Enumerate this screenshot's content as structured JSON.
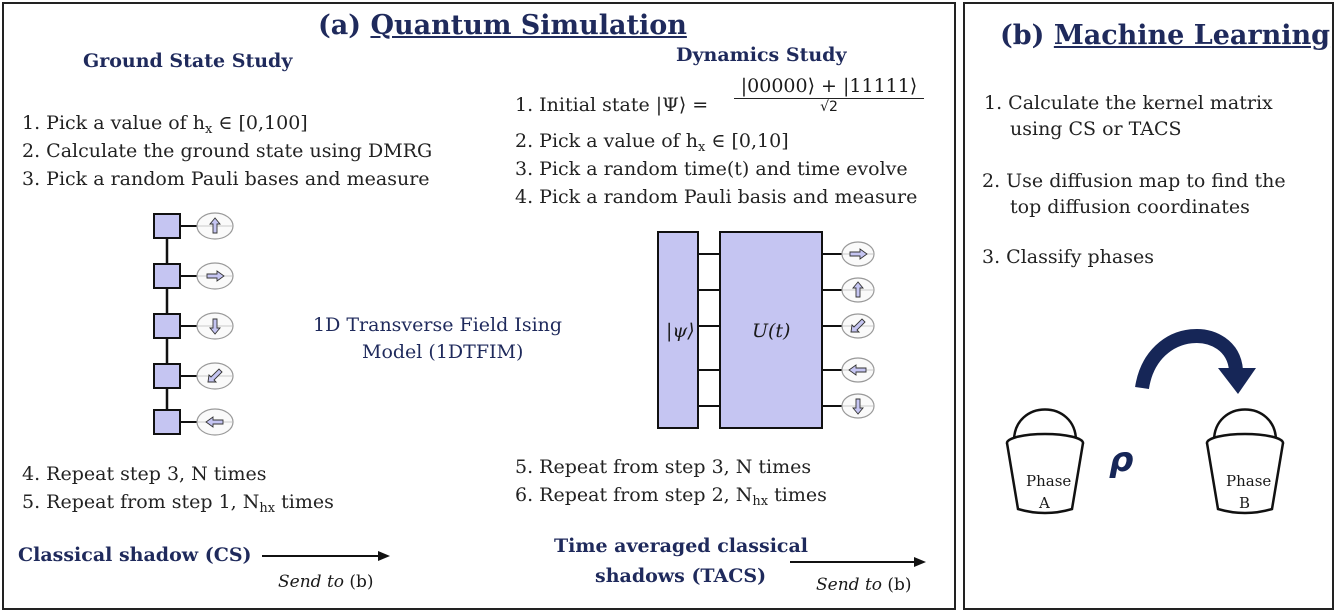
{
  "panel_a": {
    "title_prefix": "(a) ",
    "title_main": "Quantum Simulation",
    "ground": {
      "heading": "Ground State Study",
      "step1": "1. Pick a value of h",
      "step1_sub": "x",
      "step1_tail": " ∈ [0,100]",
      "step2": "2. Calculate the ground state using DMRG",
      "step3": "3. Pick a random Pauli bases and measure",
      "step4": "4. Repeat step 3, N times",
      "step5": "5. Repeat from step 1, N",
      "step5_sub": "hx",
      "step5_tail": " times",
      "shadow_label": "Classical shadow (CS)",
      "send_italic": "Send to",
      "send_target": " (b)"
    },
    "model_line1": "1D Transverse Field Ising",
    "model_line2": "Model (1DTFIM)",
    "dynamics": {
      "heading": "Dynamics Study",
      "step1": "1. Initial state |Ψ⟩ =",
      "step1_num": "|00000⟩ + |11111⟩",
      "step1_den": "√2",
      "step2": "2. Pick a value of h",
      "step2_sub": "x",
      "step2_tail": " ∈ [0,10]",
      "step3": "3. Pick a random time(t) and time evolve",
      "step4": "4. Pick a random Pauli basis and measure",
      "step5": "5. Repeat from step 3, N times",
      "step6": "6. Repeat from step 2, N",
      "step6_sub": "hx",
      "step6_tail": " times",
      "shadow_line1": "Time averaged classical",
      "shadow_line2": "shadows (TACS)",
      "send_italic": "Send to",
      "send_target": " (b)",
      "psi_label": "|ψ⟩",
      "u_label": "U(t)"
    }
  },
  "panel_b": {
    "title_prefix": "(b) ",
    "title_main": "Machine Learning",
    "step1_line1": "1. Calculate the kernel matrix",
    "step1_line2": "using CS or TACS",
    "step2_line1": "2.  Use diffusion map to find the",
    "step2_line2": "top diffusion coordinates",
    "step3": "3.  Classify phases",
    "rho": "ρ",
    "bucket_a_line1": "Phase",
    "bucket_a_line2": "A",
    "bucket_b_line1": "Phase",
    "bucket_b_line2": "B"
  },
  "colors": {
    "navy": "#1f2a5c",
    "box_fill": "#c5c5f2",
    "arrow_navy": "#162657"
  },
  "icons": [
    "up-arrow-icon",
    "right-arrow-icon",
    "down-arrow-icon",
    "diag-arrow-icon",
    "left-arrow-icon"
  ]
}
